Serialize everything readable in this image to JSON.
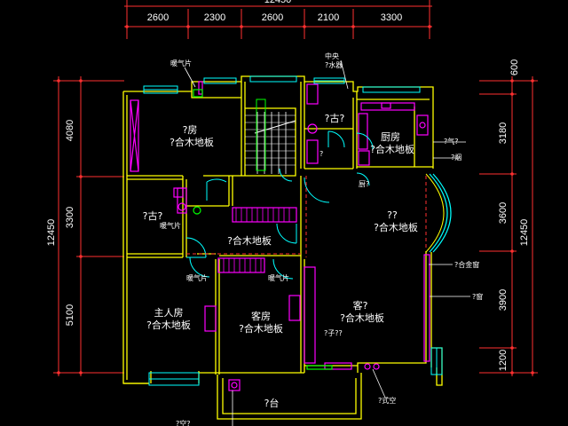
{
  "dimensions": {
    "top_total": "12450",
    "top": [
      "2600",
      "2300",
      "2600",
      "2100",
      "3300"
    ],
    "left": [
      "4080",
      "3300",
      "5100"
    ],
    "left_total": "12450",
    "right": [
      "600",
      "3180",
      "3600",
      "3900",
      "1200"
    ],
    "right_total": "12450"
  },
  "rooms": {
    "study": [
      "?房",
      "?合木地板"
    ],
    "bath_left": "?古?",
    "hall": "?合木地板",
    "bath_top": "?古?",
    "kitchen": [
      "厨房",
      "?合木地板"
    ],
    "living": [
      "??",
      "?合木地板"
    ],
    "master": [
      "主人房",
      "?合木地板"
    ],
    "guest": [
      "客房",
      "?合木地板"
    ],
    "lounge": [
      "客?",
      "?合木地板"
    ],
    "balcony": "?台"
  },
  "notes": {
    "heater_top": "暖气片",
    "cabinet": [
      "中央",
      "?水器"
    ],
    "heater_bath": "暖气片",
    "heater_bottom_left": "暖气片",
    "heater_bottom_mid": "暖气片",
    "gas": "?气?",
    "exhaust": "?烟",
    "bar": "?合金窗",
    "bay": "?窗",
    "pantry": "?子??",
    "aircon": "?式空",
    "bottom_label": "?空?",
    "kitchen_door": "厨?",
    "bath_door": "?"
  },
  "colors": {
    "wall": "#ffff00",
    "dim": "#ff3030",
    "fixture": "#ff00ff",
    "cyan": "#00ffff",
    "white": "#ffffff",
    "green": "#00ff00"
  }
}
